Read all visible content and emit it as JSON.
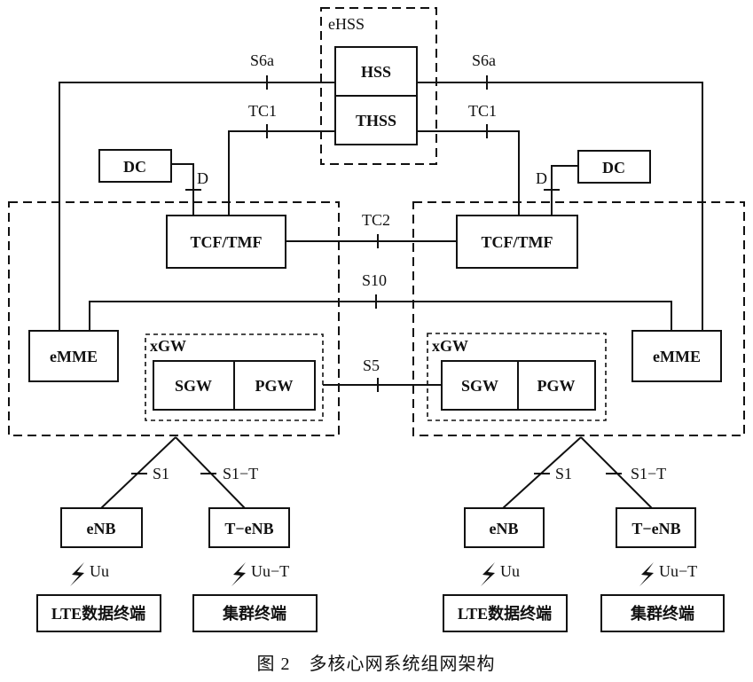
{
  "ehss": {
    "label": "eHSS",
    "hss": "HSS",
    "thss": "THSS"
  },
  "left": {
    "dc": "DC",
    "d": "D",
    "tcf": "TCF/TMF",
    "emme": "eMME",
    "xgw": "xGW",
    "sgw": "SGW",
    "pgw": "PGW",
    "s1": "S1",
    "s1t": "S1−T",
    "enb": "eNB",
    "tenb": "T−eNB",
    "uu": "Uu",
    "uut": "Uu−T",
    "lte": "LTE数据终端",
    "cluster": "集群终端"
  },
  "right": {
    "dc": "DC",
    "d": "D",
    "tcf": "TCF/TMF",
    "emme": "eMME",
    "xgw": "xGW",
    "sgw": "SGW",
    "pgw": "PGW",
    "s1": "S1",
    "s1t": "S1−T",
    "enb": "eNB",
    "tenb": "T−eNB",
    "uu": "Uu",
    "uut": "Uu−T",
    "lte": "LTE数据终端",
    "cluster": "集群终端"
  },
  "interfaces": {
    "s6a_left": "S6a",
    "s6a_right": "S6a",
    "tc1_left": "TC1",
    "tc1_right": "TC1",
    "tc2": "TC2",
    "s10": "S10",
    "s5": "S5"
  },
  "caption": "图 2　多核心网系统组网架构",
  "icons": {
    "radio": "lightning-bolt-icon"
  }
}
